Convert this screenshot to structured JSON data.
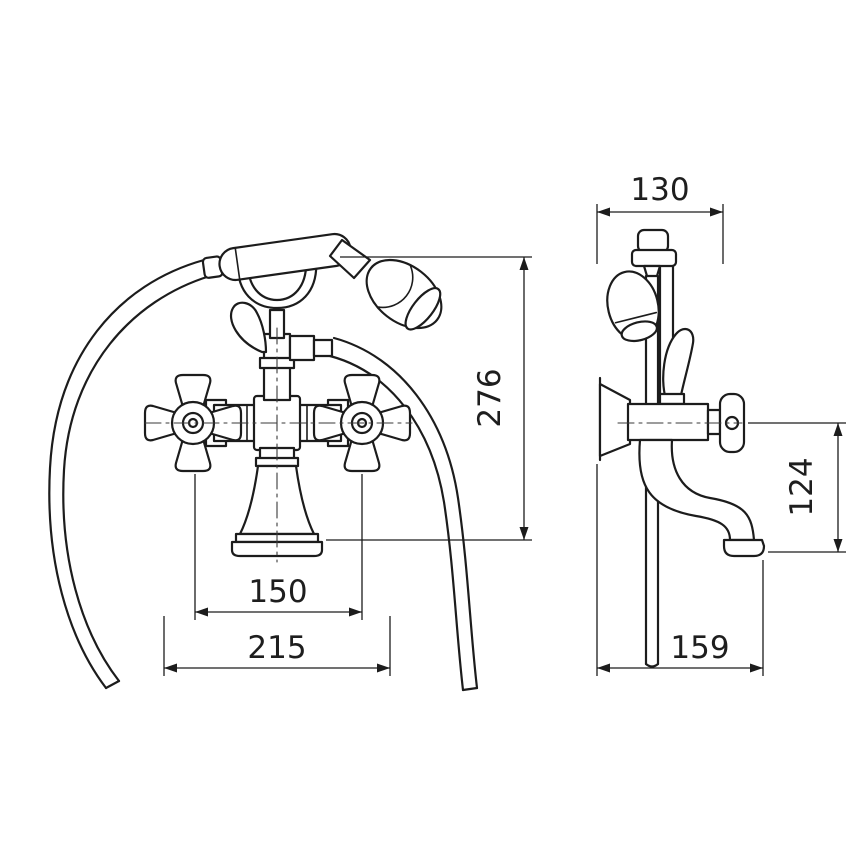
{
  "dimensions": {
    "d130": "130",
    "d276": "276",
    "d124": "124",
    "d150": "150",
    "d215": "215",
    "d159": "159"
  }
}
